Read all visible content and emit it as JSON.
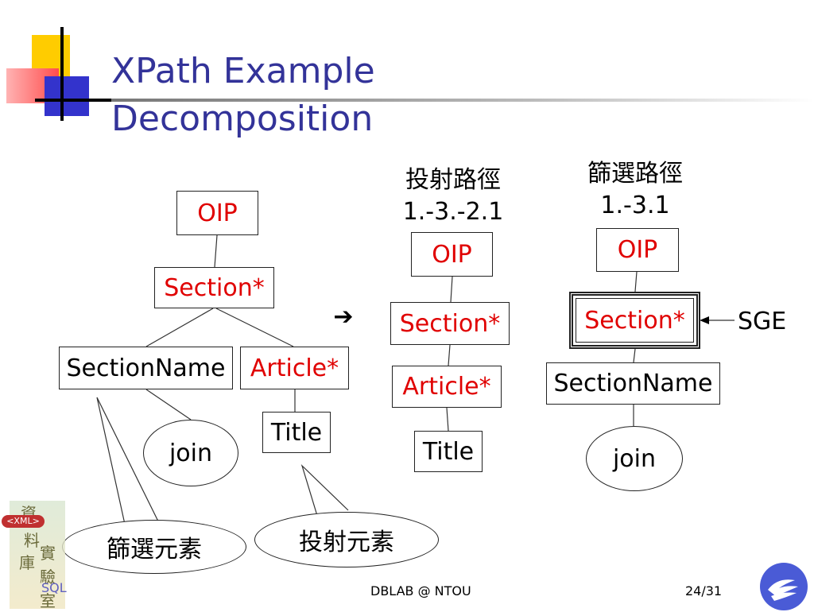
{
  "slide": {
    "title_line1": "XPath Example",
    "title_line2": "Decomposition"
  },
  "tree_left": {
    "oip": "OIP",
    "section": "Section*",
    "section_name": "SectionName",
    "article": "Article*",
    "title": "Title",
    "join": "join"
  },
  "tree_middle": {
    "heading_cn": "投射路徑",
    "heading_path": "1.-3.-2.1",
    "oip": "OIP",
    "section": "Section*",
    "article": "Article*",
    "title": "Title"
  },
  "tree_right": {
    "heading_cn": "篩選路徑",
    "heading_path": "1.-3.1",
    "oip": "OIP",
    "section": "Section*",
    "section_name": "SectionName",
    "join": "join",
    "sge": "SGE"
  },
  "arrow_glyph": "➔",
  "callouts": {
    "filter_element": "篩選元素",
    "projection_element": "投射元素"
  },
  "footer": {
    "center": "DBLAB @ NTOU",
    "page": "24/31"
  },
  "logo_left": {
    "chars": [
      "資",
      "料",
      "庫",
      "實",
      "驗",
      "室"
    ],
    "xml": "<XML>",
    "sql": "SQL"
  },
  "colors": {
    "title": "#333399",
    "node_red": "#e00000",
    "deco_yellow": "#ffcc00",
    "deco_red": "#ff3333",
    "deco_blue": "#3333cc"
  }
}
